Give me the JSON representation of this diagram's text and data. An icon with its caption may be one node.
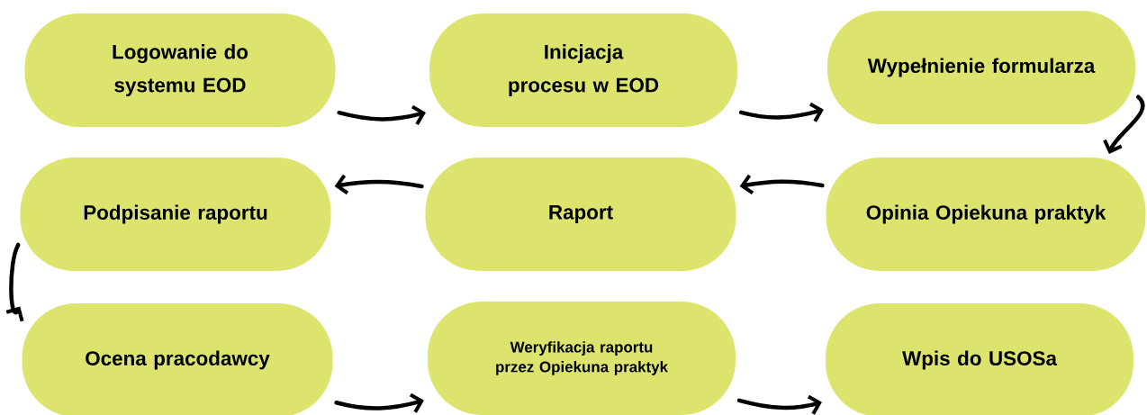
{
  "diagram": {
    "nodes": [
      {
        "text": [
          "Logowanie do systemu EOD"
        ]
      },
      {
        "text": [
          "Inicjacja procesu w EOD"
        ]
      },
      {
        "text": [
          "Wypełnienie formularza"
        ]
      },
      {
        "text": [
          "Opinia Opiekuna praktyk"
        ]
      },
      {
        "text": [
          "Raport"
        ]
      },
      {
        "text": [
          "Podpisanie raportu"
        ]
      },
      {
        "text": [
          "Ocena pracodawcy"
        ]
      },
      {
        "text": [
          "Weryfikacja raportu przez Opiekuna praktyk"
        ]
      },
      {
        "text": [
          "Wpis do USOSa"
        ]
      }
    ],
    "edges": [
      {
        "from": 0,
        "to": 1,
        "arrow": "to"
      },
      {
        "from": 1,
        "to": 2,
        "arrow": "to"
      },
      {
        "from": 2,
        "to": 3,
        "arrow": "to"
      },
      {
        "from": 3,
        "to": 4,
        "arrow": "to"
      },
      {
        "from": 4,
        "to": 5,
        "arrow": "to"
      },
      {
        "from": 5,
        "to": 6,
        "arrow": "to"
      },
      {
        "from": 6,
        "to": 7,
        "arrow": "to"
      },
      {
        "from": 7,
        "to": 8,
        "arrow": "to"
      }
    ]
  }
}
